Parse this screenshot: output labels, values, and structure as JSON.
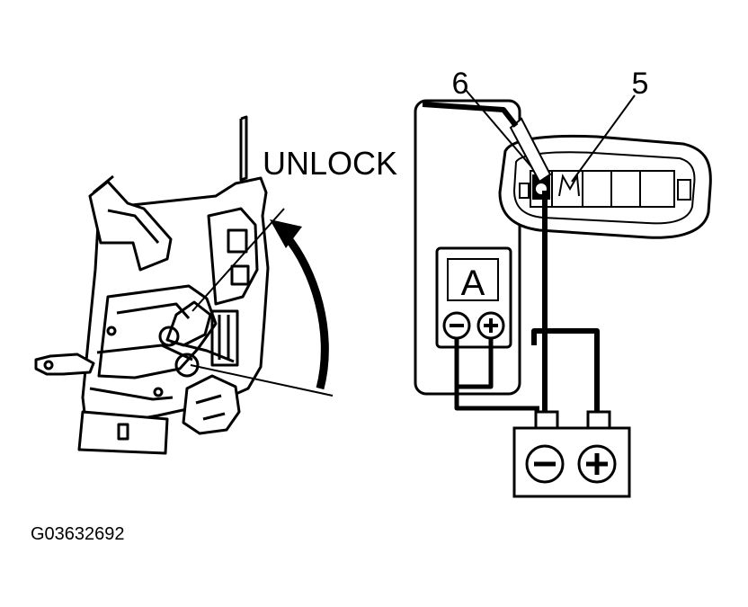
{
  "labels": {
    "unlock": "UNLOCK",
    "pin6": "6",
    "pin5": "5",
    "meter": "A",
    "meter_minus": "⊖",
    "meter_plus": "⊕",
    "batt_minus": "⊖",
    "batt_plus": "⊕",
    "figure_code": "G03632692"
  }
}
